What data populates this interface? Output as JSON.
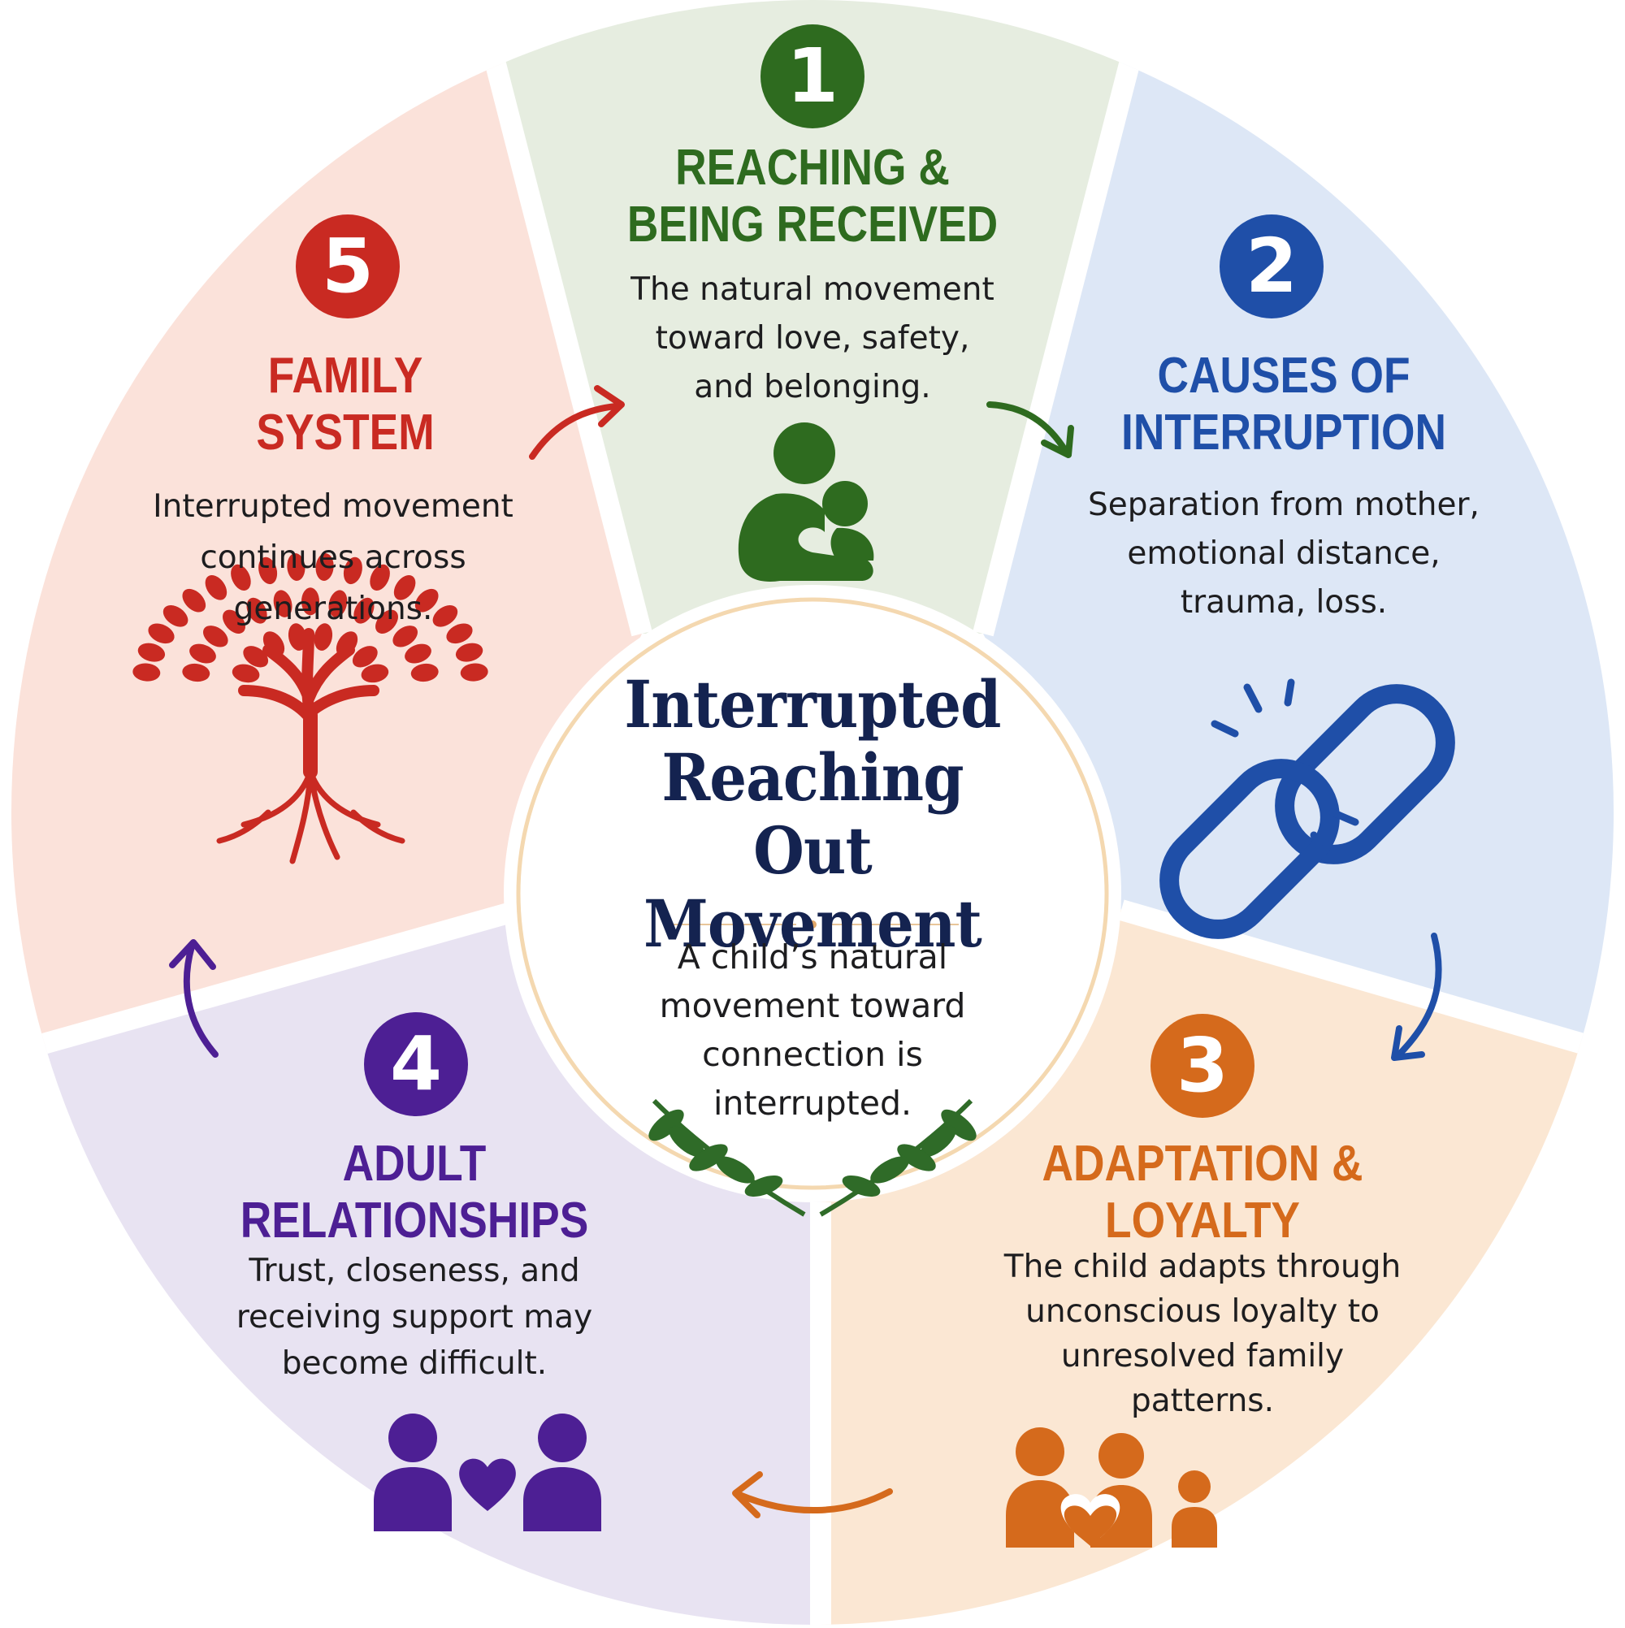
{
  "center": {
    "title_lines": [
      "Interrupted",
      "Reaching Out",
      "Movement"
    ],
    "description_lines": [
      "A child’s natural",
      "movement toward",
      "connection is",
      "interrupted."
    ]
  },
  "steps": [
    {
      "number": "1",
      "title_lines": [
        "REACHING &",
        "BEING RECEIVED"
      ],
      "description_lines": [
        "The natural movement",
        "toward love, safety,",
        "and belonging."
      ],
      "icon": "mother-child-icon",
      "color": "#2e6b1f",
      "background": "#e6ede0"
    },
    {
      "number": "2",
      "title_lines": [
        "CAUSES OF",
        "INTERRUPTION"
      ],
      "description_lines": [
        "Separation from mother,",
        "emotional distance,",
        "trauma, loss."
      ],
      "icon": "broken-chain-icon",
      "color": "#1f4fa8",
      "background": "#dde7f6"
    },
    {
      "number": "3",
      "title_lines": [
        "ADAPTATION &",
        "LOYALTY"
      ],
      "description_lines": [
        "The child adapts through",
        "unconscious loyalty to",
        "unresolved family",
        "patterns."
      ],
      "icon": "family-heart-icon",
      "color": "#d56a1c",
      "background": "#fbe7d3"
    },
    {
      "number": "4",
      "title_lines": [
        "ADULT",
        "RELATIONSHIPS"
      ],
      "description_lines": [
        "Trust, closeness, and",
        "receiving support may",
        "become difficult."
      ],
      "icon": "couple-heart-icon",
      "color": "#4d1f94",
      "background": "#e8e3f2"
    },
    {
      "number": "5",
      "title_lines": [
        "FAMILY",
        "SYSTEM"
      ],
      "description_lines": [
        "Interrupted movement",
        "continues across",
        "generations."
      ],
      "icon": "family-tree-icon",
      "color": "#c92a22",
      "background": "#fbe2da"
    }
  ]
}
